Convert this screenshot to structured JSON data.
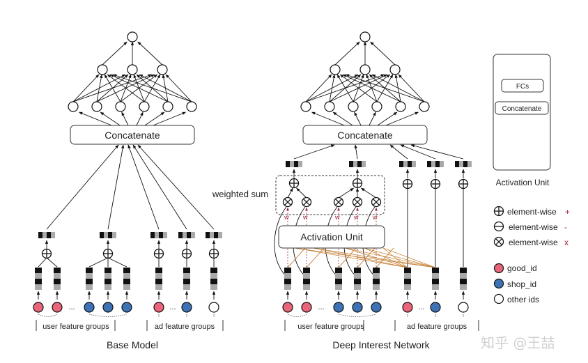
{
  "base_model": {
    "title": "Base Model",
    "concat_label": "Concatenate",
    "user_group_label": "user feature groups",
    "ad_group_label": "ad feature groups",
    "ellipsis": "..."
  },
  "din": {
    "title": "Deep Interest Network",
    "concat_label": "Concatenate",
    "activation_label": "Activation Unit",
    "weighted_sum_label": "weighted sum",
    "weight_label": "w",
    "user_group_label": "user feature groups",
    "ad_group_label": "ad feature groups",
    "ellipsis": "..."
  },
  "activation_unit": {
    "caption": "Activation Unit",
    "fcs_label": "FCs",
    "concat_label": "Concatenate"
  },
  "legend": {
    "ops": [
      {
        "icon": "circle-plus-icon",
        "label": "element-wise",
        "op": "+"
      },
      {
        "icon": "circle-minus-icon",
        "label": "element-wise",
        "op": "-"
      },
      {
        "icon": "circle-times-icon",
        "label": "element-wise",
        "op": "x"
      }
    ],
    "ids": [
      {
        "label": "good_id",
        "color": "#e8657a"
      },
      {
        "label": "shop_id",
        "color": "#3d72b4"
      },
      {
        "label": "other ids",
        "color": "#ffffff"
      }
    ]
  },
  "watermark": "知乎 @王喆",
  "colors": {
    "good": "#e8657a",
    "shop": "#3d72b4",
    "orange_link": "#c8853d",
    "red_w": "#a0283c",
    "embed_dark": "#111111",
    "embed_light": "#aaaaaa"
  }
}
